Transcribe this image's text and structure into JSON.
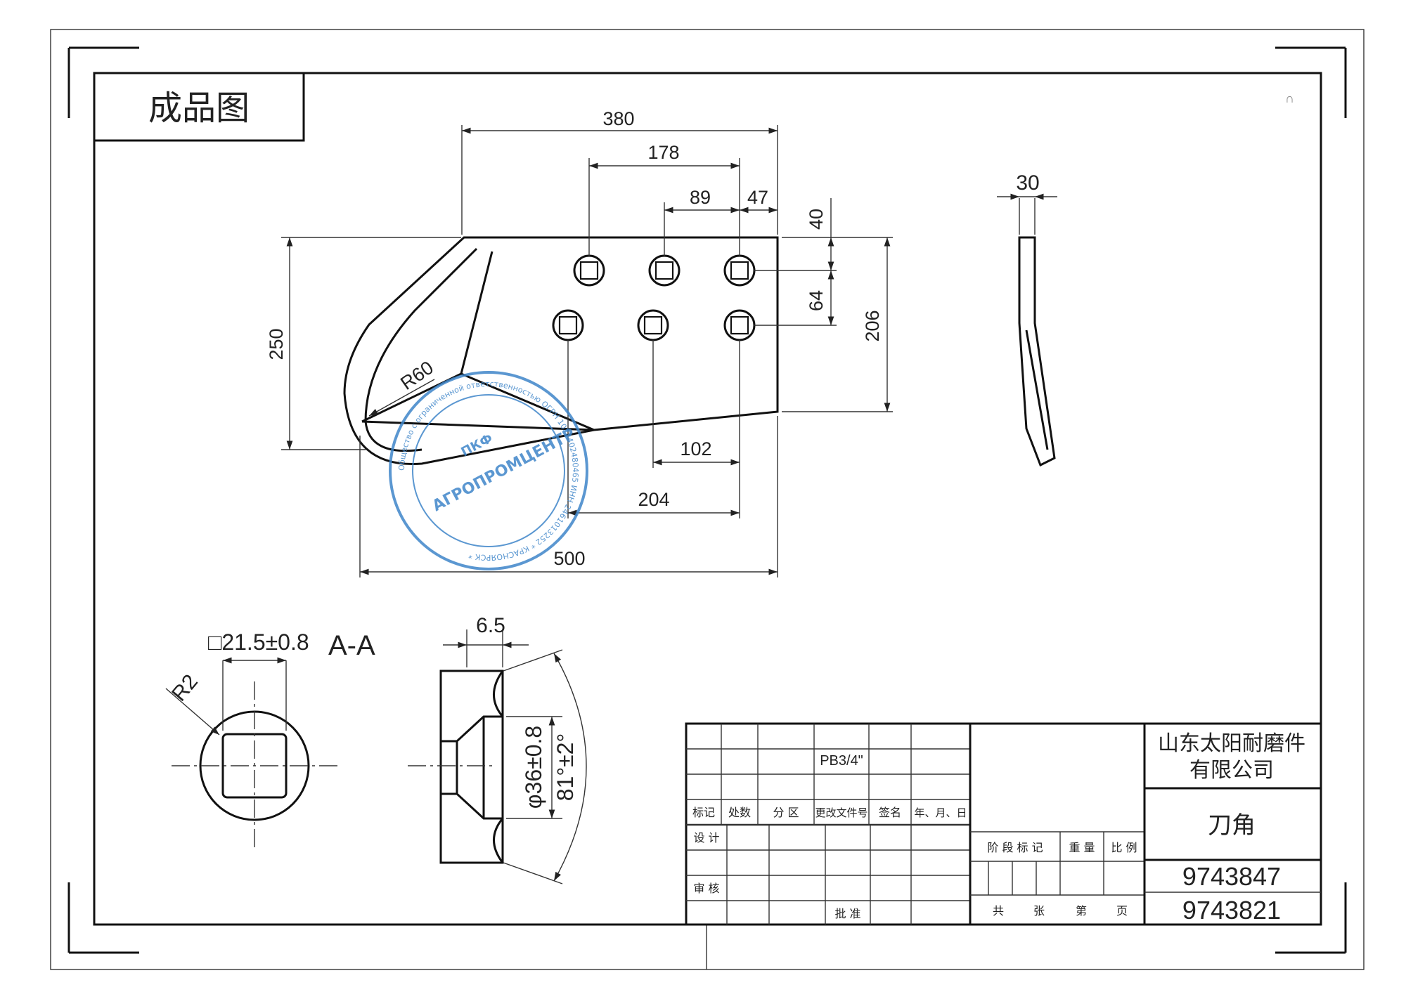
{
  "sheet": {
    "title_box": "成品图",
    "corner_mark": "∩"
  },
  "main_view": {
    "dims": {
      "d380": "380",
      "d178": "178",
      "d89": "89",
      "d47": "47",
      "d40": "40",
      "d64": "64",
      "d206": "206",
      "d250": "250",
      "d102": "102",
      "d204": "204",
      "d500": "500",
      "r60": "R60"
    }
  },
  "side_view": {
    "thickness": "30"
  },
  "hole_view": {
    "square": "□21.5±0.8",
    "radius": "R2"
  },
  "section_view": {
    "label": "A-A",
    "depth": "6.5",
    "diameter": "φ36±0.8",
    "angle": "81°±2°"
  },
  "stamp": {
    "center_line1": "ПКФ",
    "center_line2": "АГРОПРОМЦЕНТР",
    "ring_text": "Общество с ограниченной ответственностью ОГРН 1022402480465 ИНН 2461013252 * КРАСНОЯРСК *"
  },
  "title_block": {
    "material": "PB3/4\"",
    "headers": [
      "标记",
      "处数",
      "分 区",
      "更改文件号",
      "签名",
      "年、月、日"
    ],
    "design_label": "设 计",
    "review_label": "审 核",
    "approve_label": "批 准",
    "stage_label": "阶 段 标 记",
    "weight_label": "重 量",
    "scale_label": "比 例",
    "sheet_labels": [
      "共",
      "张",
      "第",
      "页"
    ],
    "company_line1": "山东太阳耐磨件",
    "company_line2": "有限公司",
    "part_name": "刀角",
    "number1": "9743847",
    "number2": "9743821"
  }
}
